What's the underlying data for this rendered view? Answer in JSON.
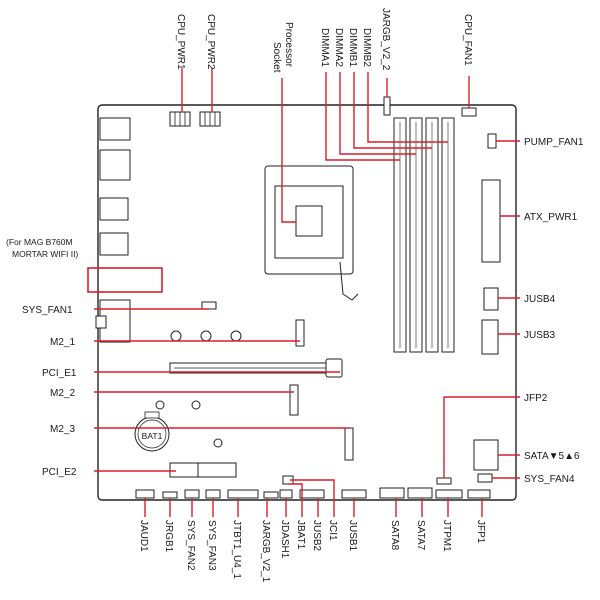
{
  "labels": {
    "cpu_pwr1": "CPU_PWR1",
    "cpu_pwr2": "CPU_PWR2",
    "processor_socket_line1": "Processor",
    "processor_socket_line2": "Socket",
    "dimma1": "DIMMA1",
    "dimma2": "DIMMA2",
    "dimmb1": "DIMMB1",
    "dimmb2": "DIMMB2",
    "jargb_v2_2": "JARGB_V2_2",
    "cpu_fan1": "CPU_FAN1",
    "pump_fan1": "PUMP_FAN1",
    "atx_pwr1": "ATX_PWR1",
    "jusb4": "JUSB4",
    "jusb3": "JUSB3",
    "jfp2": "JFP2",
    "sata56": "SATA▼5▲6",
    "sys_fan4": "SYS_FAN4",
    "note_line1": "(For MAG B760M",
    "note_line2": "MORTAR WIFI II)",
    "sys_fan1": "SYS_FAN1",
    "m2_1": "M2_1",
    "pci_e1": "PCI_E1",
    "m2_2": "M2_2",
    "m2_3": "M2_3",
    "pci_e2": "PCI_E2",
    "bat1": "BAT1",
    "jaud1": "JAUD1",
    "jrgb1": "JRGB1",
    "sys_fan2": "SYS_FAN2",
    "sys_fan3": "SYS_FAN3",
    "jtbt1_u4_1": "JTBT1_U4_1",
    "jargb_v2_1": "JARGB_V2_1",
    "jbat1": "JBAT1",
    "jdash1": "JDASH1",
    "jusb2": "JUSB2",
    "jci1": "JCI1",
    "jusb1": "JUSB1",
    "sata8": "SATA8",
    "sata7": "SATA7",
    "jtpm1": "JTPM1",
    "jfp1": "JFP1"
  },
  "colors": {
    "callout": "#d81e2a",
    "outline": "#222222",
    "text": "#1a1a1a"
  }
}
